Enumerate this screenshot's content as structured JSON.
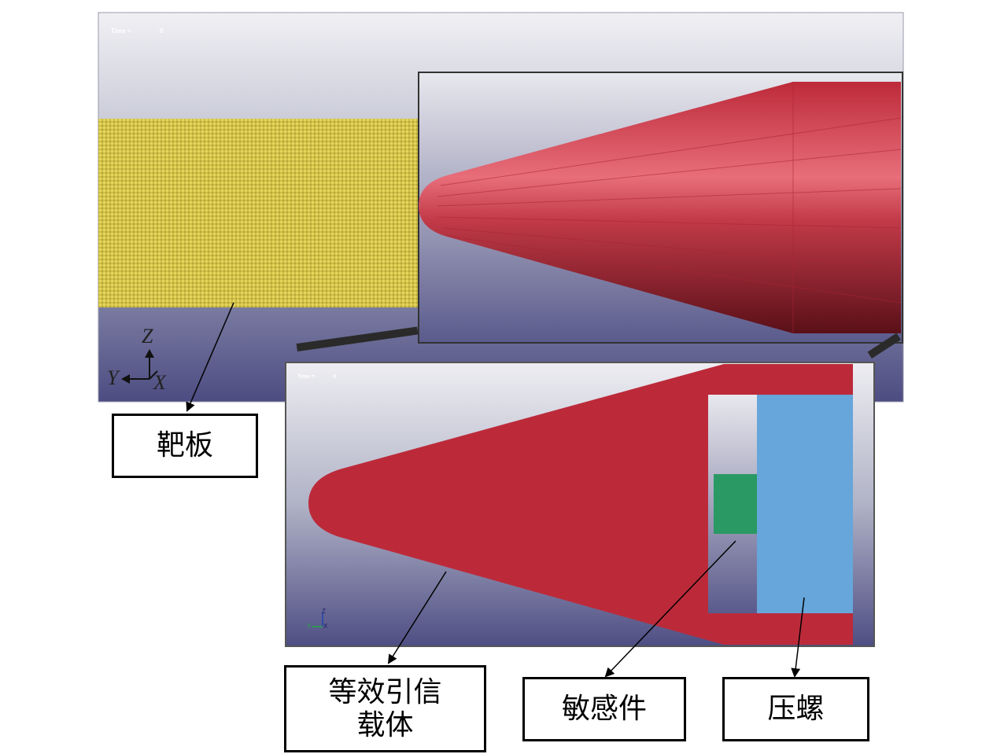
{
  "top_view": {
    "time_label": "Time =",
    "time_value": "0",
    "axes": {
      "z": "Z",
      "y": "Y",
      "x": "X"
    }
  },
  "bottom_view": {
    "time_label": "Time =",
    "time_value": "0",
    "axes": {
      "z": "Z",
      "y": "Y",
      "x": "X"
    }
  },
  "labels": {
    "target_plate": "靶板",
    "fuze_carrier_line1": "等效引信",
    "fuze_carrier_line2": "载体",
    "sensitive_element": "敏感件",
    "press_screw": "压螺"
  },
  "colors": {
    "projectile_red": "#bc2a3a",
    "target_yellow": "#d8c84a",
    "sensitive_green": "#2a9963",
    "press_screw_blue": "#66a6da",
    "background_top": "#eeeef2",
    "background_bottom": "#4a4a80"
  }
}
